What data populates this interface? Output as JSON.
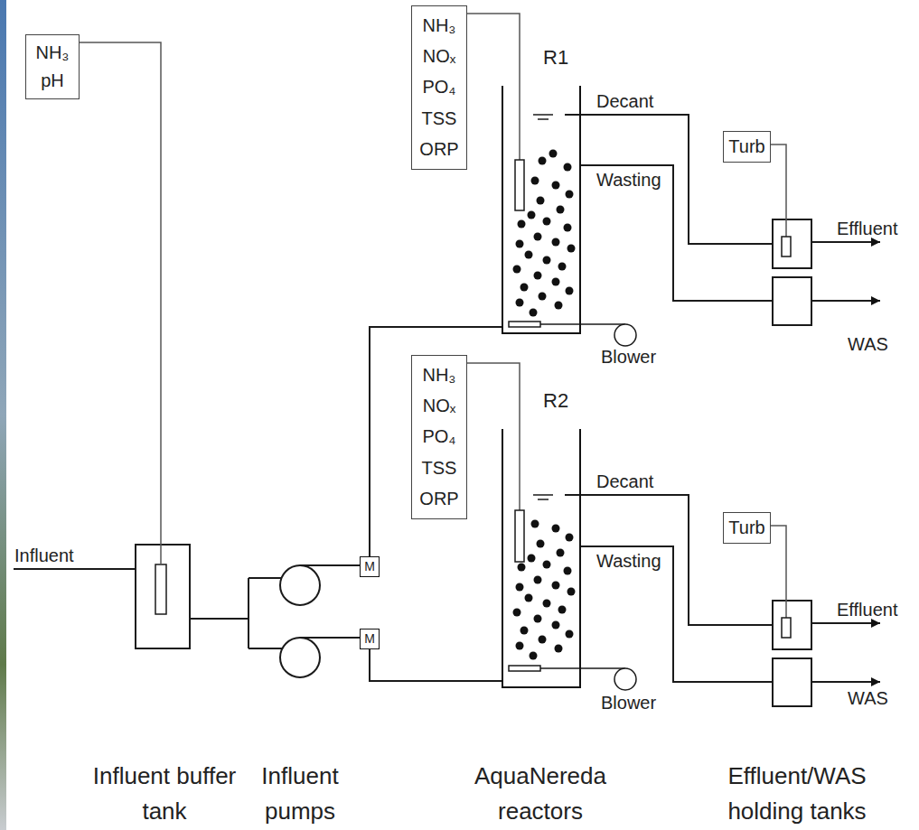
{
  "diagram": {
    "nodes": [
      {
        "text": [
          "NH₃",
          "pH"
        ]
      },
      {
        "text": [
          "M"
        ]
      },
      {
        "text": [
          "M"
        ]
      },
      {
        "text": [
          "NH₃",
          "NOₓ",
          "PO₄",
          "TSS",
          "ORP"
        ]
      },
      {
        "text": [
          "R1"
        ]
      },
      {
        "text": [
          "NH₃",
          "NOₓ",
          "PO₄",
          "TSS",
          "ORP"
        ]
      },
      {
        "text": [
          "R2"
        ]
      },
      {
        "text": [
          "Turb"
        ]
      },
      {
        "text": [
          "Turb"
        ]
      }
    ],
    "edges": [
      {
        "from": 1,
        "to": 4,
        "arrow": "none"
      },
      {
        "from": 2,
        "to": 6,
        "arrow": "none"
      },
      {
        "from": 3,
        "to": 4,
        "arrow": "none"
      },
      {
        "from": 5,
        "to": 6,
        "arrow": "none"
      }
    ],
    "labels": [
      "Influent",
      "Decant",
      "Wasting",
      "Effluent",
      "WAS",
      "Blower",
      "Decant",
      "Wasting",
      "Effluent",
      "WAS",
      "Blower",
      "Influent buffer tank",
      "Influent pumps",
      "AquaNereda reactors",
      "Effluent/WAS holding tanks"
    ]
  }
}
